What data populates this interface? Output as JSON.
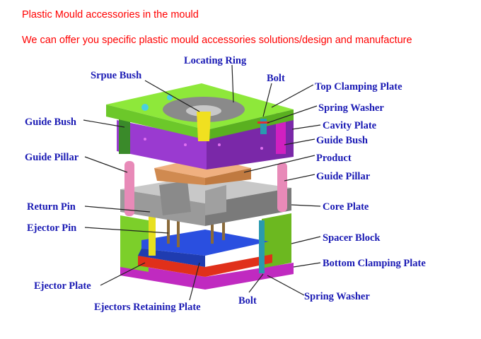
{
  "header": {
    "title": "Plastic Mould accessories in the mould",
    "subtitle": "We can offer you specific plastic mould accessories solutions/design and manufacture"
  },
  "labels": {
    "locating_ring": "Locating Ring",
    "sprue_bush": "Srpue Bush",
    "bolt_top": "Bolt",
    "top_clamping_plate": "Top Clamping Plate",
    "spring_washer_top": "Spring Washer",
    "guide_bush_left": "Guide Bush",
    "cavity_plate": "Cavity Plate",
    "guide_bush_right": "Guide Bush",
    "guide_pillar_left": "Guide Pillar",
    "product": "Product",
    "guide_pillar_right": "Guide Pillar",
    "return_pin": "Return Pin",
    "core_plate": "Core Plate",
    "ejector_pin": "Ejector Pin",
    "spacer_block": "Spacer Block",
    "bottom_clamping_plate": "Bottom Clamping Plate",
    "ejector_plate": "Ejector Plate",
    "bolt_bottom": "Bolt",
    "spring_washer_bottom": "Spring Washer",
    "ejectors_retaining_plate": "Ejectors Retaining Plate"
  },
  "colors": {
    "header_text": "#ff0000",
    "label_text": "#1a1ab4",
    "top_plate": "#7ee02a",
    "cavity_plate": "#8a2fc0",
    "product": "#e0965a",
    "core_plate": "#9a9a9a",
    "spacer_block": "#7ccf2a",
    "ejector_plate": "#2a4fe0",
    "retaining_plate": "#e0301a",
    "bottom_plate": "#c02ac0"
  }
}
